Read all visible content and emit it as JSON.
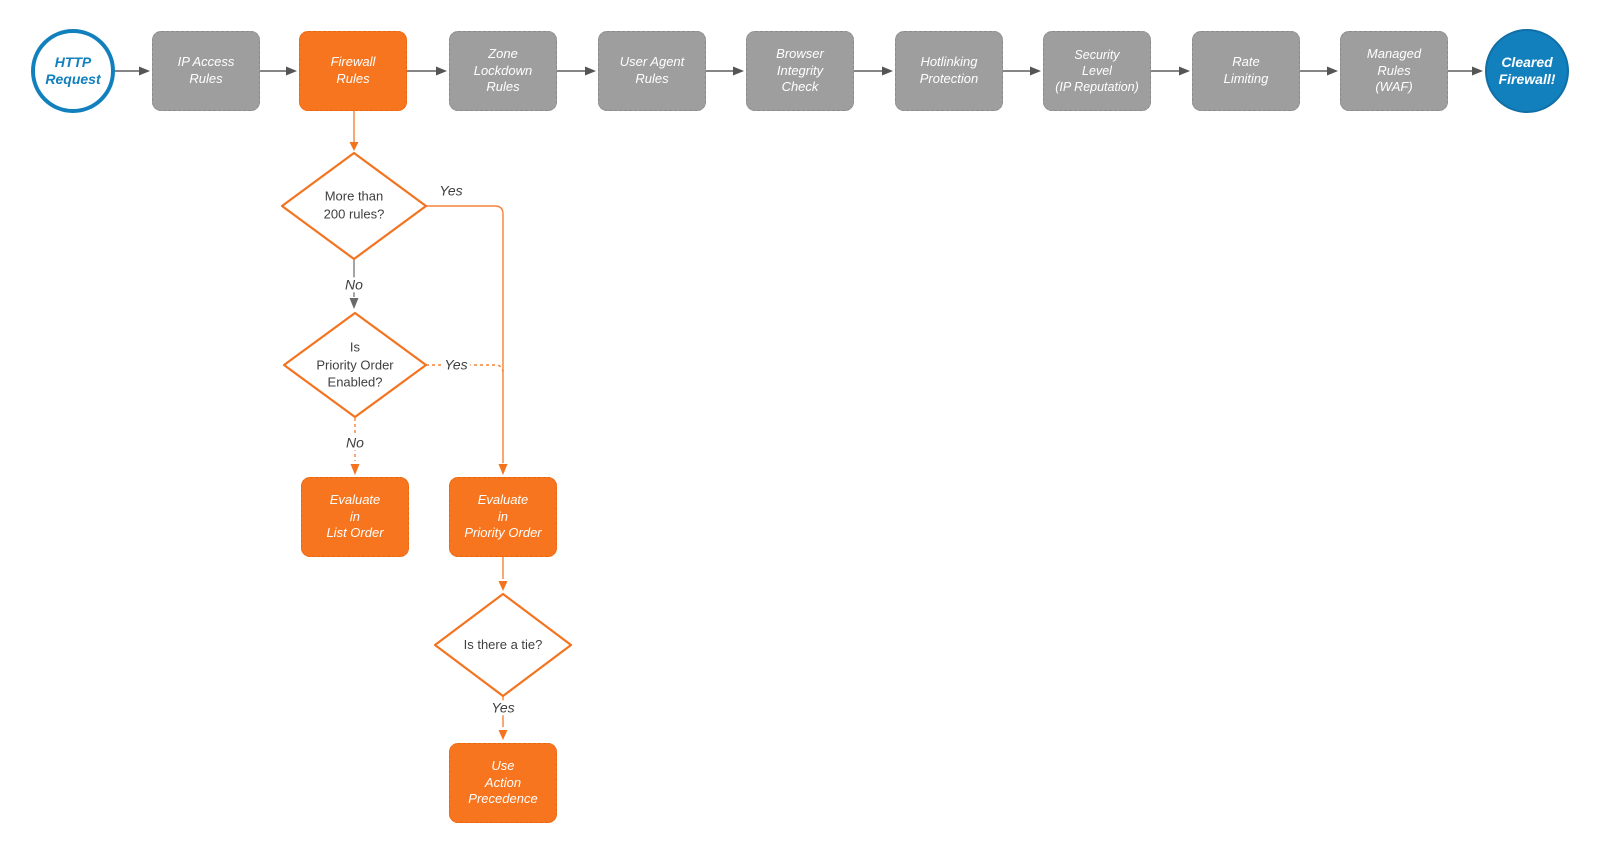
{
  "diagram": {
    "title_hint": "Cloudflare firewall request evaluation flowchart",
    "start": {
      "label": "HTTP\nRequest"
    },
    "end": {
      "label": "Cleared\nFirewall!"
    },
    "pipeline": [
      {
        "label": "IP Access\nRules",
        "highlighted": false
      },
      {
        "label": "Firewall\nRules",
        "highlighted": true
      },
      {
        "label": "Zone\nLockdown\nRules",
        "highlighted": false
      },
      {
        "label": "User Agent\nRules",
        "highlighted": false
      },
      {
        "label": "Browser\nIntegrity\nCheck",
        "highlighted": false
      },
      {
        "label": "Hotlinking\nProtection",
        "highlighted": false
      },
      {
        "label": "Security\nLevel\n(IP Reputation)",
        "highlighted": false
      },
      {
        "label": "Rate\nLimiting",
        "highlighted": false
      },
      {
        "label": "Managed\nRules\n(WAF)",
        "highlighted": false
      }
    ],
    "decisions": [
      {
        "label": "More than\n200 rules?"
      },
      {
        "label": "Is\nPriority Order\nEnabled?"
      },
      {
        "label": "Is there a tie?"
      }
    ],
    "actions": [
      {
        "label": "Evaluate\nin\nList Order"
      },
      {
        "label": "Evaluate\nin\nPriority Order"
      },
      {
        "label": "Use\nAction\nPrecedence"
      }
    ],
    "edges": {
      "yes1": "Yes",
      "no1": "No",
      "yes2": "Yes",
      "no2": "No",
      "yes3": "Yes"
    }
  },
  "colors": {
    "accent_orange": "#F7751E",
    "node_gray": "#9E9E9E",
    "brand_blue": "#1380BE",
    "connector_gray": "#5E5E5E",
    "connector_orange": "#F58238",
    "diamond_stroke": "#F4731F",
    "text_dark": "#3F3F3F",
    "node_text": "#FFFFFF",
    "background": "#FFFFFF"
  }
}
